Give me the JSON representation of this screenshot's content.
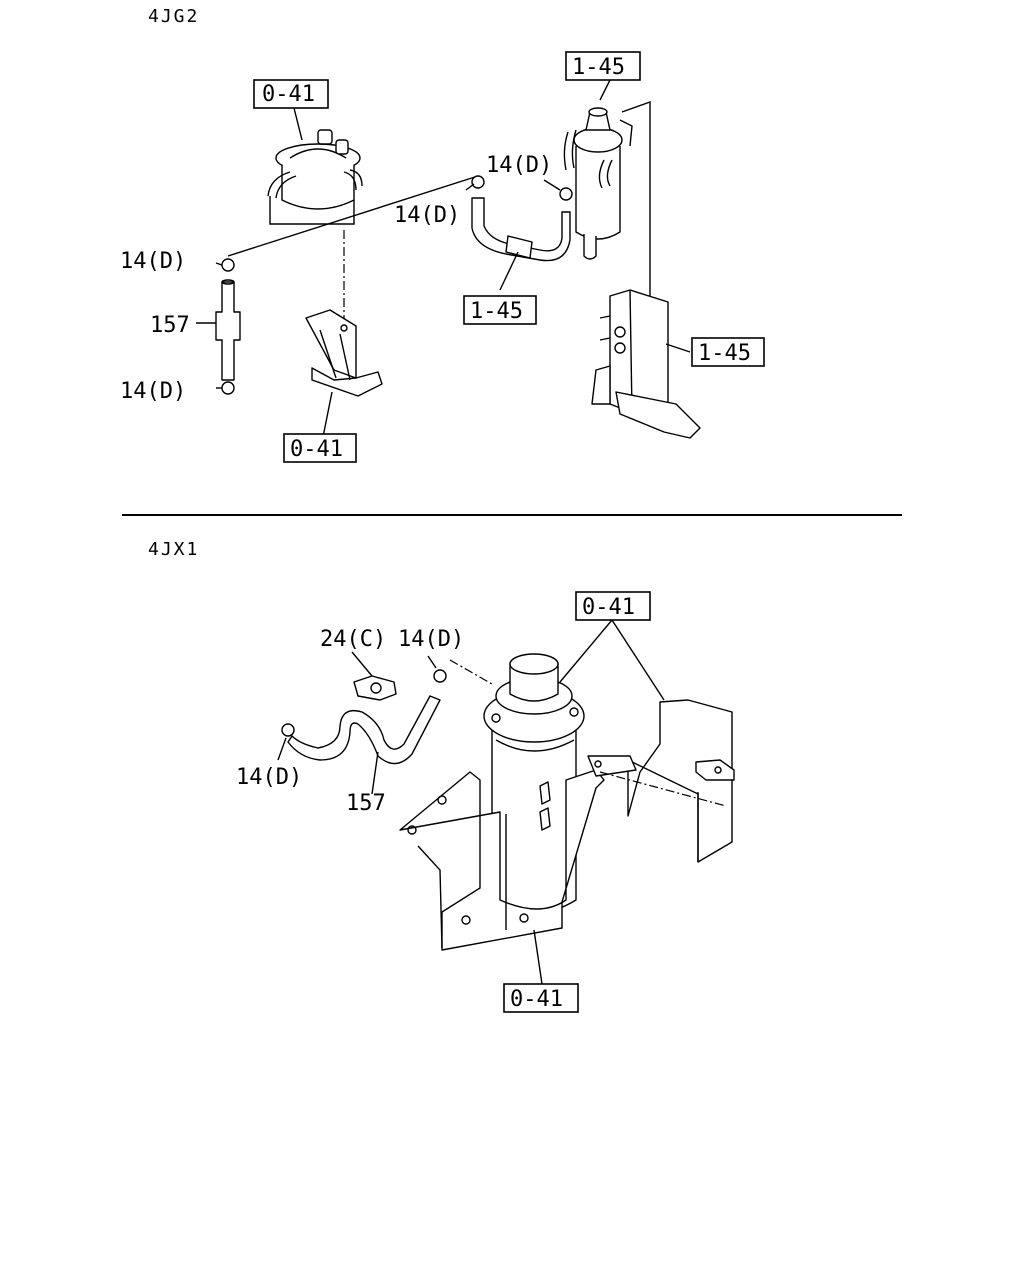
{
  "sections": {
    "top": {
      "title": "4JG2"
    },
    "bottom": {
      "title": "4JX1"
    }
  },
  "callouts": {
    "top_filter_ref": "0-41",
    "top_bracket_ref": "0-41",
    "top_filter2_ref": "1-45",
    "top_hose_ref": "1-45",
    "top_bracket2_ref": "1-45",
    "top_clip_upper_right": "14(D)",
    "top_clip_upper_mid": "14(D)",
    "top_clip_left_upper": "14(D)",
    "top_clip_left_lower": "14(D)",
    "top_hose_part": "157",
    "bottom_filter_ref": "0-41",
    "bottom_bracket_ref": "0-41",
    "bottom_clamp": "24(C)",
    "bottom_clip_upper": "14(D)",
    "bottom_clip_lower": "14(D)",
    "bottom_hose_part": "157"
  }
}
